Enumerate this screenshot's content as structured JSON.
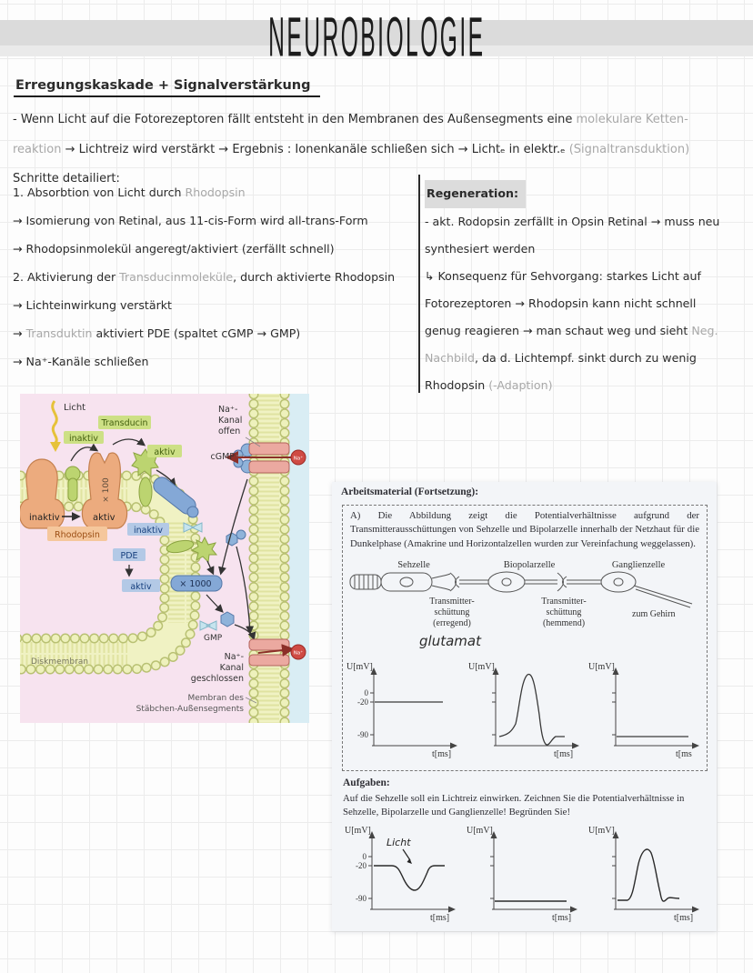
{
  "page": {
    "title": "NEUROBIOLOGIE",
    "heading": "Erregungskaskade + Signalverstärkung"
  },
  "notes": {
    "intro_lines": [
      [
        {
          "t": "- Wenn Licht auf die Fotorezeptoren fällt entsteht in den Membranen des Außensegments eine "
        },
        {
          "t": "molekulare Ketten-",
          "gray": true
        }
      ],
      [
        {
          "t": "reaktion ",
          "gray": true
        },
        {
          "t": "→ Lichtreiz wird verstärkt → Ergebnis : Ionenkanäle schließen sich → Lichtₑ in elektr.ₑ "
        },
        {
          "t": "(Signaltransduktion)",
          "gray": true
        }
      ]
    ],
    "steps_heading": "Schritte detailiert:",
    "left_column": [
      [
        {
          "t": "1. Absorbtion von Licht durch "
        },
        {
          "t": "Rhodopsin",
          "gray": true
        }
      ],
      [
        {
          "t": "→ Isomierung von Retinal, aus 11-cis-Form wird all-trans-Form"
        }
      ],
      [
        {
          "t": "→ Rhodopsinmolekül angeregt/aktiviert (zerfällt schnell)"
        }
      ],
      [
        {
          "t": "2. Aktivierung der "
        },
        {
          "t": "Transducinmoleküle",
          "gray": true
        },
        {
          "t": ", durch aktivierte Rhodopsin"
        }
      ],
      [
        {
          "t": "→ Lichteinwirkung verstärkt"
        }
      ],
      [
        {
          "t": "→ "
        },
        {
          "t": "Transduktin",
          "gray": true
        },
        {
          "t": " aktiviert PDE (spaltet cGMP → GMP)"
        }
      ],
      [
        {
          "t": "→ Na⁺-Kanäle schließen"
        }
      ]
    ],
    "regeneration": {
      "title": "Regeneration:",
      "lines": [
        [
          {
            "t": "- akt. Rodopsin zerfällt in Opsin Retinal → muss neu"
          }
        ],
        [
          {
            "t": "synthesiert werden"
          }
        ],
        [
          {
            "t": "↳ Konsequenz für Sehvorgang: starkes Licht auf"
          }
        ],
        [
          {
            "t": "Fotorezeptoren → Rhodopsin kann nicht schnell"
          }
        ],
        [
          {
            "t": "genug reagieren → man schaut weg und sieht "
          },
          {
            "t": "Neg.",
            "gray": true
          }
        ],
        [
          {
            "t": "Nachbild",
            "gray": true
          },
          {
            "t": ", da d. Lichtempf. sinkt durch zu wenig"
          }
        ],
        [
          {
            "t": "Rhodopsin "
          },
          {
            "t": "(-Adaption)",
            "gray": true
          }
        ]
      ]
    }
  },
  "diagram": {
    "licht": "Licht",
    "transducin_label": "Transducin",
    "transducin_inaktiv": "inaktiv",
    "transducin_aktiv": "aktiv",
    "x100": "× 100",
    "rhodopsin_inaktiv": "inaktiv",
    "rhodopsin_aktiv": "aktiv",
    "rhodopsin_label": "Rhodopsin",
    "na_offen": [
      "Na⁺-",
      "Kanal",
      "offen"
    ],
    "cgmp": "cGMP",
    "pde_inaktiv": "inaktiv",
    "pde_label": "PDE",
    "pde_aktiv": "aktiv",
    "x1000": "× 1000",
    "gmp": "GMP",
    "na_ion": "Na⁺",
    "diskmembran": "Diskmembran",
    "na_geschlossen": [
      "Na⁺-",
      "Kanal",
      "geschlossen"
    ],
    "membran_label": [
      "Membran des",
      "Stäbchen-Außensegments"
    ]
  },
  "worksheet": {
    "header": "Arbeitsmaterial (Fortsetzung):",
    "section_a": "A) Die Abbildung zeigt die Potentialverhältnisse aufgrund der Transmitterausschüttungen von Sehzelle und Bipolarzelle innerhalb der Netzhaut für die Dunkelphase (Amakrine und Horizontalzellen wurden zur Vereinfachung weggelassen).",
    "cell_labels": [
      "Sehzelle",
      "Biopolarzelle",
      "Ganglienzelle"
    ],
    "transmitter_excite": [
      "Transmitter-",
      "schüttung",
      "(erregend)"
    ],
    "transmitter_inhibit": [
      "Transmitter-",
      "schüttung",
      "(hemmend)"
    ],
    "glutamat": "glutamat",
    "zum_gehirn": "zum Gehirn",
    "aufgaben_title": "Aufgaben:",
    "aufgaben_text": "Auf die Sehzelle soll ein Lichtreiz einwirken. Zeichnen Sie die Potentialverhältnisse in Sehzelle, Bipolarzelle und Ganglienzelle! Begründen Sie!",
    "y_axis": "U[mV]",
    "x_axis": "t[ms]",
    "x_axis_cut": "t[ms",
    "y_ticks": [
      "0",
      "-20",
      "-90"
    ],
    "licht_note": "Licht",
    "graphs_dark": [
      {
        "cell": "Sehzelle",
        "shape": "flat",
        "level_mV": -20
      },
      {
        "cell": "Biopolarzelle",
        "shape": "spike",
        "from_mV": -90,
        "peak_mV": 20
      },
      {
        "cell": "Ganglienzelle",
        "shape": "flat",
        "level_mV": -90
      }
    ],
    "graphs_task": [
      {
        "cell": "Sehzelle",
        "shape": "dip",
        "from_mV": -20,
        "min_mV": -70,
        "annotation": "Licht"
      },
      {
        "cell": "Biopolarzelle",
        "shape": "flat",
        "level_mV": -90
      },
      {
        "cell": "Ganglienzelle",
        "shape": "spike",
        "from_mV": -90,
        "peak_mV": -10
      }
    ]
  }
}
